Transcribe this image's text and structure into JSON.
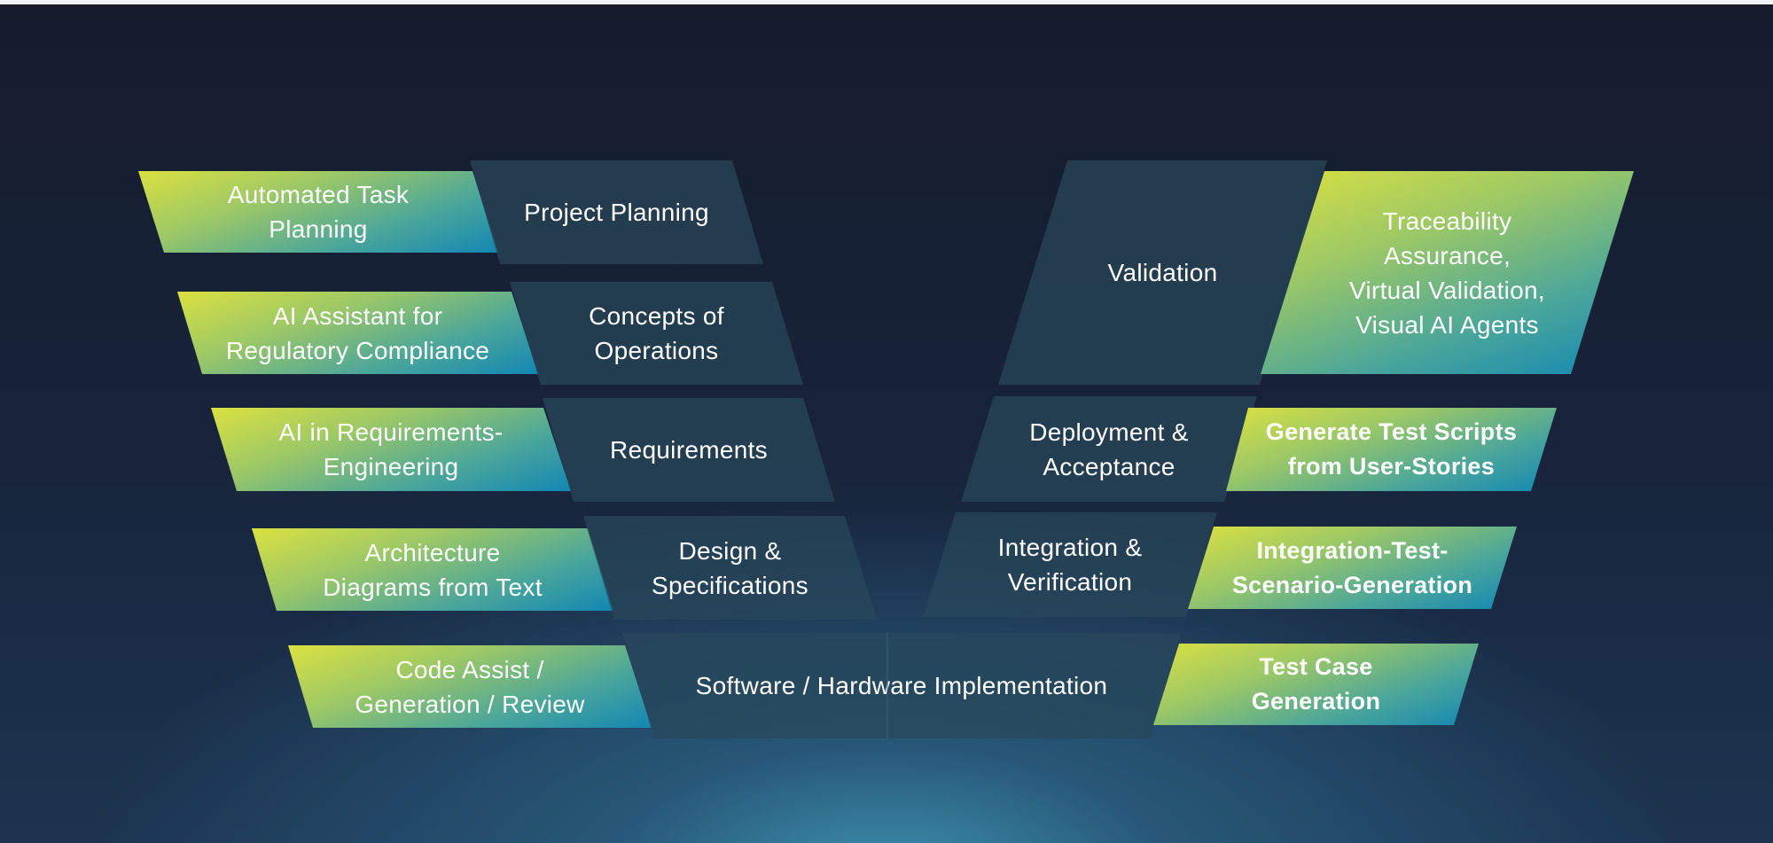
{
  "left_phases": [
    {
      "phase": "Project Planning",
      "ai": "Automated Task\nPlanning"
    },
    {
      "phase": "Concepts of\nOperations",
      "ai": "AI Assistant for\nRegulatory Compliance"
    },
    {
      "phase": "Requirements",
      "ai": "AI in Requirements-\nEngineering"
    },
    {
      "phase": "Design &\nSpecifications",
      "ai": "Architecture\nDiagrams from Text"
    }
  ],
  "bottom": {
    "phase": "Software / Hardware Implementation",
    "ai_left": "Code Assist /\nGeneration / Review",
    "ai_right": "Test Case\nGeneration"
  },
  "right_phases": [
    {
      "phase": "Validation",
      "ai": "Traceability\nAssurance,\nVirtual Validation,\nVisual AI Agents"
    },
    {
      "phase": "Deployment &\nAcceptance",
      "ai": "Generate Test Scripts\nfrom User-Stories"
    },
    {
      "phase": "Integration &\nVerification",
      "ai": "Integration-Test-\nScenario-Generation"
    }
  ],
  "colors": {
    "gradient_start": "#dbe13f",
    "gradient_end": "#1287b4",
    "phase_box": "#28485a"
  }
}
